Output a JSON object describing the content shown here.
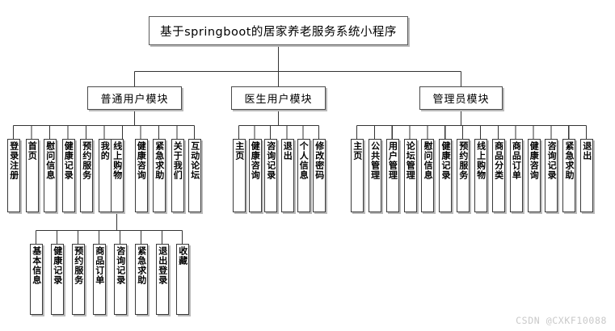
{
  "diagram": {
    "type": "tree",
    "title": "基于springboot的居家养老服务系统小程序",
    "root": {
      "label": "基于springboot的居家养老服务系统小程序"
    },
    "modules": [
      {
        "id": "user",
        "label": "普通用户模块"
      },
      {
        "id": "doctor",
        "label": "医生用户模块"
      },
      {
        "id": "admin",
        "label": "管理员模块"
      }
    ],
    "user_items": [
      {
        "label": "登录注册"
      },
      {
        "label": "首页"
      },
      {
        "label": "慰问信息"
      },
      {
        "label": "健康记录"
      },
      {
        "label": "预约服务"
      },
      {
        "label": "我的"
      },
      {
        "label": "线上购物"
      },
      {
        "label": "健康咨询"
      },
      {
        "label": "紧急求助"
      },
      {
        "label": "关于我们"
      },
      {
        "label": "互动论坛"
      }
    ],
    "mine_items": [
      {
        "label": "基本信息"
      },
      {
        "label": "健康记录"
      },
      {
        "label": "预约服务"
      },
      {
        "label": "商品订单"
      },
      {
        "label": "咨询记录"
      },
      {
        "label": "紧急求助"
      },
      {
        "label": "退出登录"
      },
      {
        "label": "收藏"
      }
    ],
    "doctor_items": [
      {
        "label": "主页"
      },
      {
        "label": "健康咨询"
      },
      {
        "label": "咨询记录"
      },
      {
        "label": "退出"
      },
      {
        "label": "个人信息"
      },
      {
        "label": "修改密码"
      }
    ],
    "admin_items": [
      {
        "label": "主页"
      },
      {
        "label": "公共管理"
      },
      {
        "label": "用户管理"
      },
      {
        "label": "论坛管理"
      },
      {
        "label": "慰问信息"
      },
      {
        "label": "健康记录"
      },
      {
        "label": "预约服务"
      },
      {
        "label": "线上购物"
      },
      {
        "label": "商品分类"
      },
      {
        "label": "商品订单"
      },
      {
        "label": "健康咨询"
      },
      {
        "label": "咨询记录"
      },
      {
        "label": "紧急求助"
      },
      {
        "label": "退出"
      }
    ]
  },
  "watermark": {
    "text": "CSDN @CXKF10088"
  },
  "colors": {
    "background": "#ffffff",
    "line": "#333333",
    "box_border": "#3a3a3a",
    "box_shadow": "#b9b9b9",
    "text": "#000000",
    "watermark": "#c9c9c9"
  }
}
